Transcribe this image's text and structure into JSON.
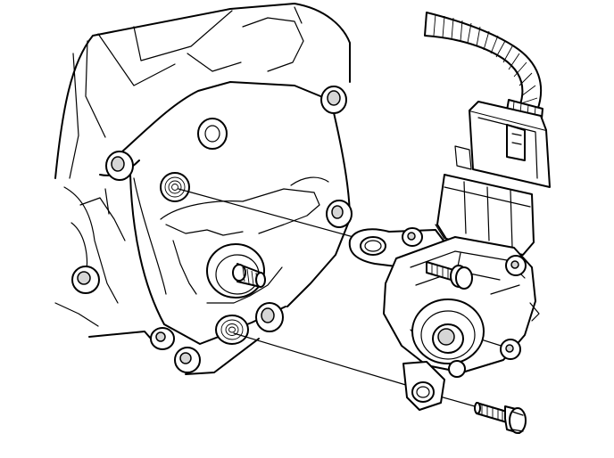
{
  "diagram": {
    "kind": "technical-line-drawing",
    "background": "#ffffff",
    "stroke": "#000000",
    "shading": "#d6d6d6",
    "parts": [
      {
        "id": "transmission-housing",
        "icon": "housing-casting"
      },
      {
        "id": "wire-harness",
        "icon": "corrugated-harness"
      },
      {
        "id": "electrical-connector",
        "icon": "connector"
      },
      {
        "id": "sensor-switch",
        "icon": "range-switch"
      },
      {
        "id": "mounting-bolt",
        "icon": "bolt"
      },
      {
        "id": "shaft-stud",
        "icon": "shaft"
      }
    ],
    "leader_lines": 2,
    "text_labels": []
  }
}
